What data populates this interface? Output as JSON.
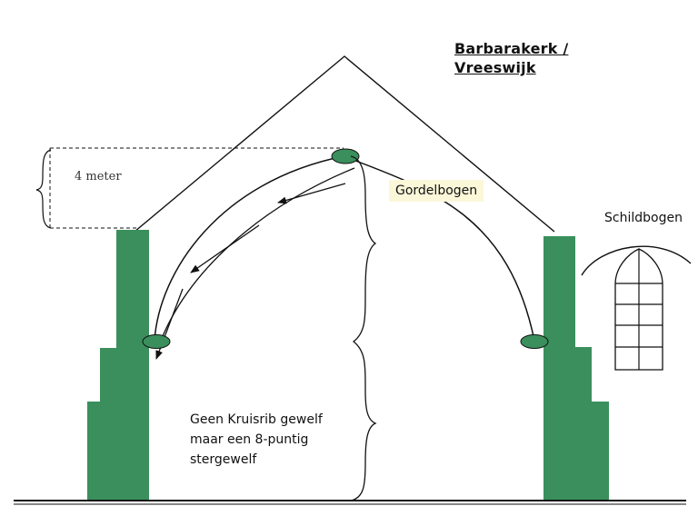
{
  "title": {
    "line1": "Barbarakerk /",
    "line2": "Vreeswijk"
  },
  "labels": {
    "height": "4 meter",
    "gordelbogen": "Gordelbogen",
    "schildbogen": "Schildbogen",
    "note": [
      "Geen Kruisrib gewelf",
      "maar een 8-puntig",
      "stergewelf"
    ]
  },
  "colors": {
    "pillar": "#3a8f5c",
    "ellipse": "#3a8f5c",
    "line": "#111111",
    "label_highlight": "#fbf7d9"
  }
}
